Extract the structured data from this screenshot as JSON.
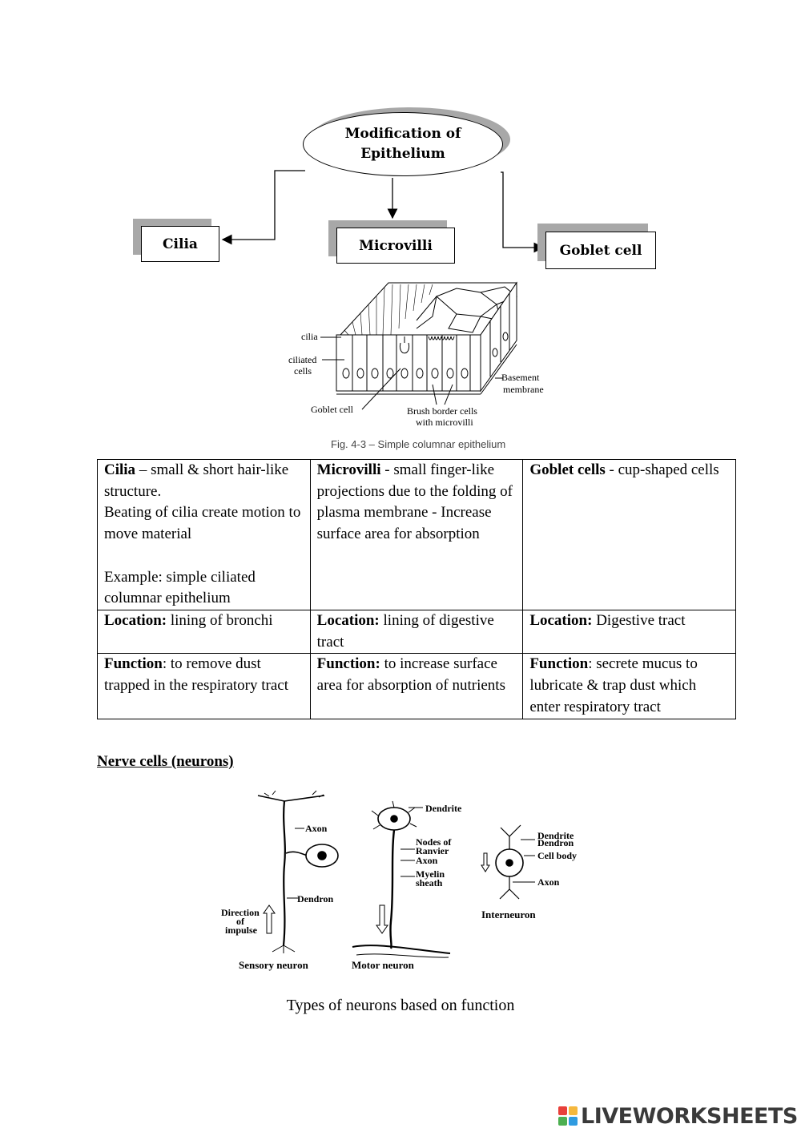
{
  "concept_map": {
    "root": "Modification of Epithelium",
    "root_line1": "Modification of",
    "root_line2": "Epithelium",
    "branches": [
      "Cilia",
      "Microvilli",
      "Goblet cell"
    ]
  },
  "epithelium_figure": {
    "labels": {
      "cilia": "cilia",
      "ciliated_cells_1": "ciliated",
      "ciliated_cells_2": "cells",
      "goblet": "Goblet cell",
      "brush_1": "Brush border cells",
      "brush_2": "with microvilli",
      "basement_1": "Basement",
      "basement_2": "membrane"
    },
    "caption": "Fig. 4-3 – Simple columnar epithelium"
  },
  "table": {
    "cilia": {
      "title": "Cilia",
      "desc": " – small & short hair-like structure.",
      "desc2": "Beating of cilia create motion to move material",
      "example": "Example: simple ciliated columnar epithelium",
      "location_label": "Location:",
      "location": " lining of bronchi",
      "function_label": "Function",
      "function": ": to remove dust trapped in the respiratory tract"
    },
    "microvilli": {
      "title": "Microvilli",
      "desc": " - small finger-like projections due to the folding of plasma membrane - Increase surface area for absorption",
      "location_label": "Location:",
      "location": " lining of digestive tract",
      "function_label": "Function:",
      "function": " to increase surface area for absorption of nutrients"
    },
    "goblet": {
      "title": "Goblet cells",
      "desc": " - cup-shaped cells",
      "location_label": "Location:",
      "location": " Digestive tract",
      "function_label": "Function",
      "function": ": secrete mucus to lubricate & trap dust which enter respiratory tract"
    }
  },
  "nerve_section": {
    "heading": "Nerve cells (neurons)",
    "sensory": {
      "name": "Sensory neuron",
      "axon": "Axon",
      "dendron": "Dendron",
      "direction_1": "Direction",
      "direction_2": "of",
      "direction_3": "impulse"
    },
    "motor": {
      "name": "Motor neuron",
      "dendrite": "Dendrite",
      "nodes_1": "Nodes of",
      "nodes_2": "Ranvier",
      "axon": "Axon",
      "myelin_1": "Myelin",
      "myelin_2": "sheath"
    },
    "inter": {
      "name": "Interneuron",
      "dendrite": "Dendrite",
      "dendron": "Dendron",
      "cell_body": "Cell body",
      "axon": "Axon"
    },
    "caption": "Types of neurons based on function"
  },
  "branding": {
    "name": "LIVEWORKSHEETS",
    "colors": [
      "#e8403a",
      "#f5b83d",
      "#4caf50",
      "#2f9be0"
    ]
  }
}
